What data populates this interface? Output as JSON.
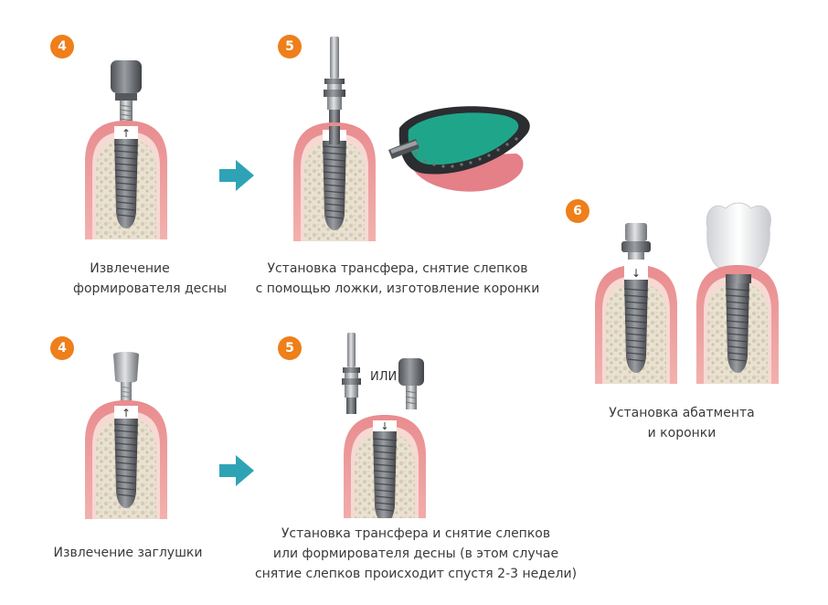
{
  "colors": {
    "badge": "#ee7f1a",
    "arrow": "#2fa3b6",
    "gum": "#e98c8f",
    "gum_light": "#f6c9c6",
    "bone": "#e7dfcf",
    "implant": "#6b6e72",
    "tray_green": "#1fa68a"
  },
  "steps": [
    {
      "badge": "4",
      "caption": [
        "Извлечение",
        "формирователя десны"
      ]
    },
    {
      "badge": "5",
      "caption": [
        "Установка трансфера, снятие слепков",
        "с помощью ложки, изготовление коронки"
      ]
    },
    {
      "badge": "6",
      "caption": [
        "Установка абатмента",
        "и коронки"
      ]
    },
    {
      "badge": "4",
      "caption": [
        "Извлечение заглушки"
      ]
    },
    {
      "badge": "5",
      "caption": [
        "Установка трансфера и снятие слепков",
        "или формирователя десны (в этом случае",
        "снятие слепков происходит спустя 2-3 недели)"
      ]
    }
  ],
  "or_label": "ИЛИ"
}
